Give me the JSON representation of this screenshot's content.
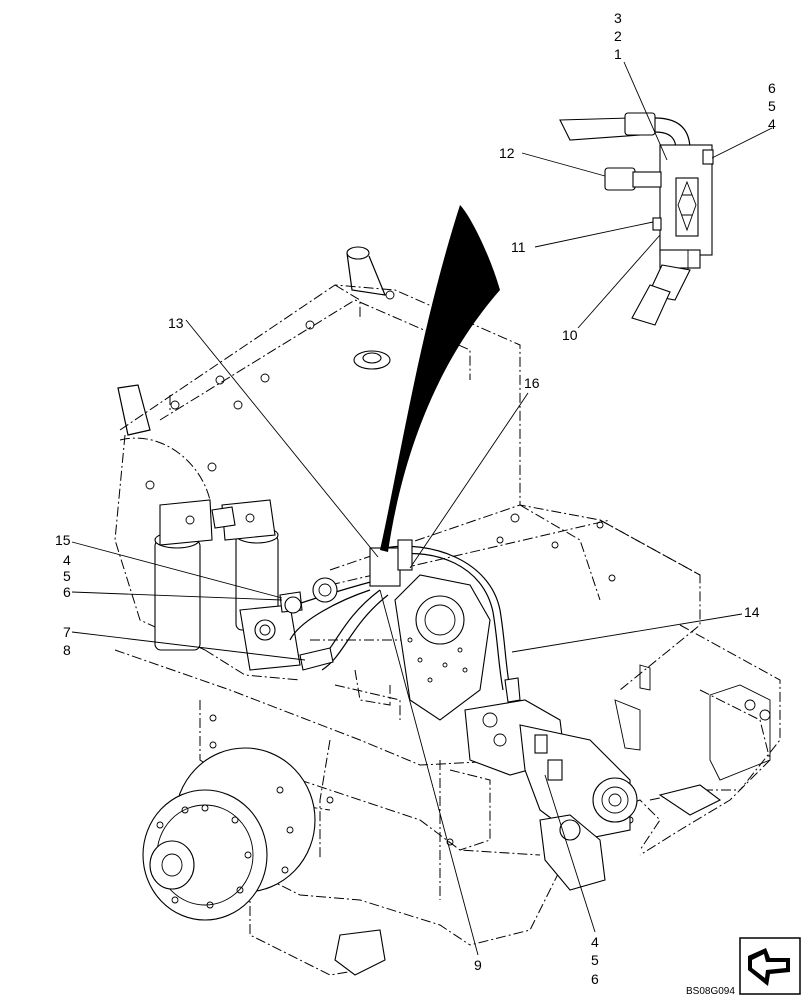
{
  "callouts": {
    "c3": "3",
    "c2": "2",
    "c1": "1",
    "c6a": "6",
    "c5a": "5",
    "c4a": "4",
    "c12": "12",
    "c11": "11",
    "c10": "10",
    "c13": "13",
    "c16": "16",
    "c15": "15",
    "c4b": "4",
    "c5b": "5",
    "c6b": "6",
    "c7": "7",
    "c8": "8",
    "c14": "14",
    "c9": "9",
    "c4c": "4",
    "c5c": "5",
    "c6c": "6"
  },
  "drawing_code": "BS08G094",
  "nav_icon": "arrow-next-icon"
}
